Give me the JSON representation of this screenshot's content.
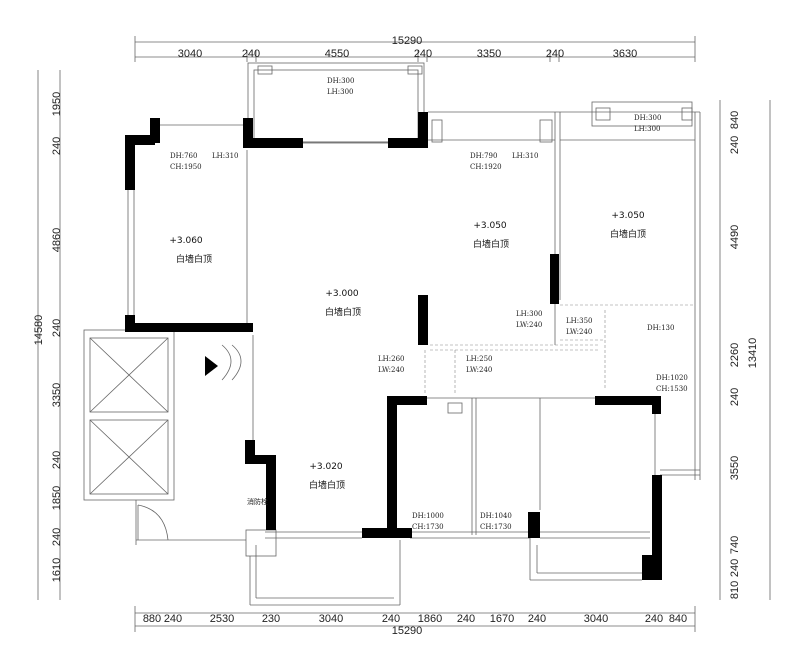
{
  "dimensions": {
    "top_total": "15290",
    "top_segments": [
      "3040",
      "240",
      "4550",
      "240",
      "3350",
      "240",
      "3630"
    ],
    "bottom_total": "15290",
    "bottom_segments": [
      "880",
      "240",
      "2530",
      "230",
      "3040",
      "240",
      "1860",
      "240",
      "1670",
      "240",
      "3040",
      "240",
      "840"
    ],
    "left_total": "14580",
    "left_segments": [
      "1950",
      "240",
      "4860",
      "240",
      "3350",
      "240",
      "1850",
      "240",
      "1610"
    ],
    "right_total": "13410",
    "right_segments": [
      "240",
      "840",
      "4490",
      "2260",
      "240",
      "3550",
      "740",
      "240",
      "810"
    ]
  },
  "rooms": [
    {
      "level": "+3.060",
      "ceiling": "白墙白顶"
    },
    {
      "level": "+3.000",
      "ceiling": "白墙白顶"
    },
    {
      "level": "+3.050",
      "ceiling": "白墙白顶"
    },
    {
      "level": "+3.050",
      "ceiling": "白墙白顶"
    },
    {
      "level": "+3.020",
      "ceiling": "白墙白顶"
    }
  ],
  "notes": {
    "n1": {
      "a": "DH:300",
      "b": "LH:300"
    },
    "n2": {
      "a": "DH:300",
      "b": "LH:300"
    },
    "n3": {
      "a": "DH:760",
      "b": "CH:1950",
      "c": "LH:310"
    },
    "n4": {
      "a": "DH:790",
      "b": "CH:1920",
      "c": "LH:310"
    },
    "n5": {
      "a": "LH:300",
      "b": "LW:240"
    },
    "n6": {
      "a": "LH:350",
      "b": "LW:240"
    },
    "n7": {
      "a": "DH:130"
    },
    "n8": {
      "a": "LH:260",
      "b": "LW:240"
    },
    "n9": {
      "a": "LH:250",
      "b": "LW:240"
    },
    "n10": {
      "a": "DH:1020",
      "b": "CH:1530"
    },
    "n11": {
      "a": "DH:1000",
      "b": "CH:1730"
    },
    "n12": {
      "a": "DH:1040",
      "b": "CH:1730"
    }
  },
  "fire_hydrant": "消防栓"
}
